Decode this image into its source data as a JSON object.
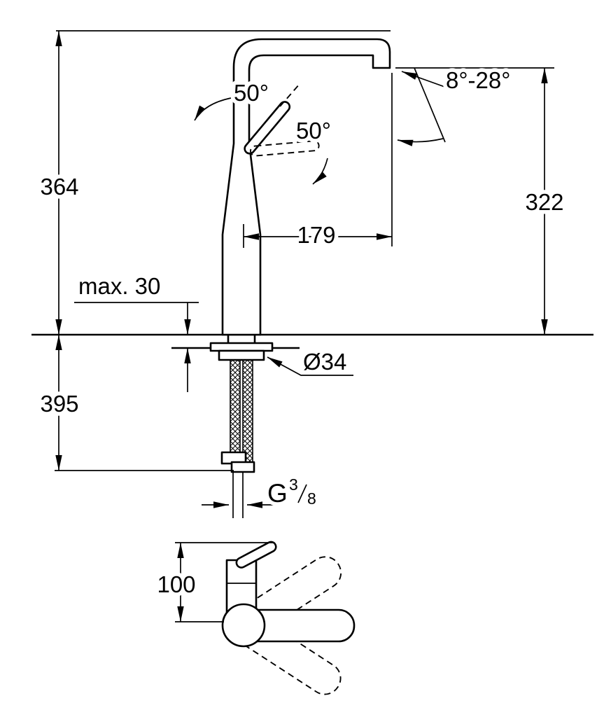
{
  "colors": {
    "ink": "#000000",
    "paper": "#ffffff"
  },
  "drawing": {
    "dimensions": {
      "total_height": "364",
      "outlet_height": "322",
      "spout_reach": "179",
      "max_mounting_thickness": "max. 30",
      "below_counter_length": "395",
      "shank_diameter": "Ø34",
      "base_height": "100"
    },
    "angles": {
      "handle_upper": "50°",
      "handle_lower": "50°",
      "outlet_range": "8°-28°"
    },
    "thread": {
      "letter": "G",
      "numerator": "3",
      "denominator": "8"
    }
  }
}
